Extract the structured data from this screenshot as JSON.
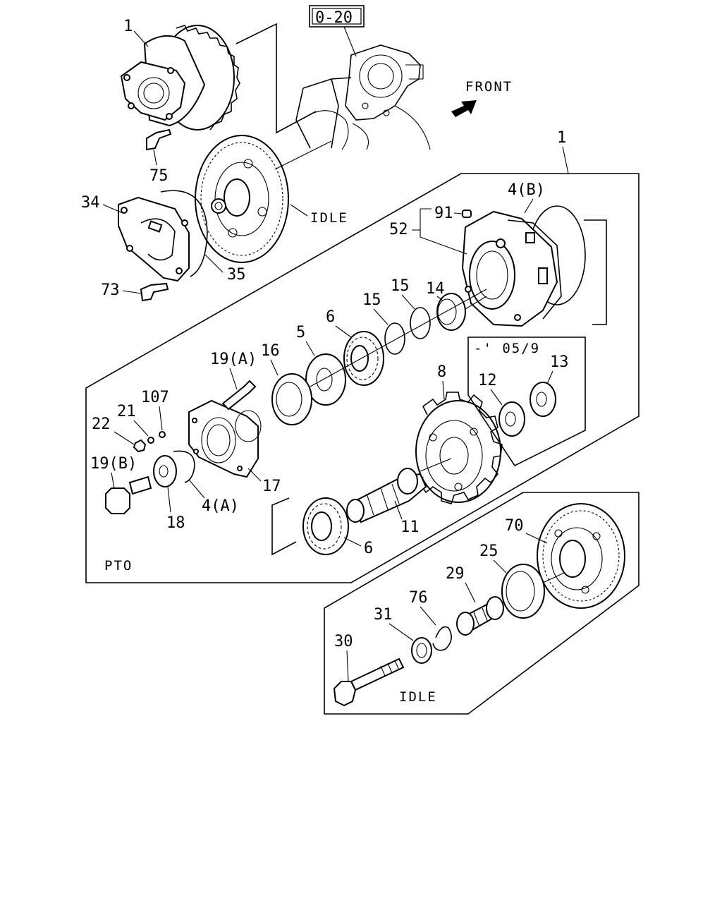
{
  "diagram": {
    "ref_box": "0-20",
    "front_label": "FRONT",
    "callouts": {
      "c1_top": "1",
      "c1_right": "1",
      "c75": "75",
      "c34": "34",
      "c35": "35",
      "c73": "73",
      "c91": "91",
      "c52": "52",
      "c4b": "4(B)",
      "c14": "14",
      "c15a": "15",
      "c15b": "15",
      "c6a": "6",
      "c5": "5",
      "c16": "16",
      "c19a": "19(A)",
      "c107": "107",
      "c21": "21",
      "c22": "22",
      "c19b": "19(B)",
      "c18": "18",
      "c4a": "4(A)",
      "c17": "17",
      "c8": "8",
      "c12": "12",
      "c13": "13",
      "c11": "11",
      "c6b": "6",
      "c70": "70",
      "c25": "25",
      "c29": "29",
      "c76": "76",
      "c31": "31",
      "c30": "30"
    },
    "section_labels": {
      "idle_top": "IDLE",
      "idle_bottom": "IDLE",
      "pto": "PTO",
      "date_note": "-' 05/9"
    }
  }
}
